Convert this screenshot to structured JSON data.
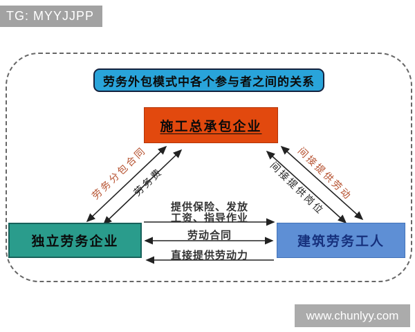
{
  "badge": {
    "text": "TG: MYYJJPP"
  },
  "title": {
    "text": "劳务外包模式中各个参与者之间的关系",
    "bg_color": "#29a4da"
  },
  "nodes": {
    "contractor": {
      "label": "施工总承包企业",
      "color": "#e2490e"
    },
    "labor_company": {
      "label": "独立劳务企业",
      "color": "#2a9c8c"
    },
    "workers": {
      "label": "建筑劳务工人",
      "color": "#5e8fd5"
    }
  },
  "edges": {
    "left_outer": {
      "label": "劳务分包合同",
      "color": "#b5502e",
      "between": "独立劳务企业-施工总承包企业",
      "direction": "both"
    },
    "left_inner": {
      "label": "劳务费",
      "color": "#222222",
      "between": "独立劳务企业-施工总承包企业",
      "direction": "both"
    },
    "right_outer": {
      "label": "间接提供劳动",
      "color": "#b5502e",
      "between": "施工总承包企业-建筑劳务工人",
      "direction": "both"
    },
    "right_inner": {
      "label": "间接提供岗位",
      "color": "#222222",
      "between": "施工总承包企业-建筑劳务工人",
      "direction": "both"
    },
    "provide": {
      "label_line1": "提供保险、发放",
      "label_line2": "工资、指导作业",
      "direction": "right"
    },
    "contract": {
      "label": "劳动合同",
      "direction": "both"
    },
    "direct_labor": {
      "label": "直接提供劳动力",
      "direction": "left"
    }
  },
  "watermark": {
    "text": "www.chunlyy.com"
  }
}
